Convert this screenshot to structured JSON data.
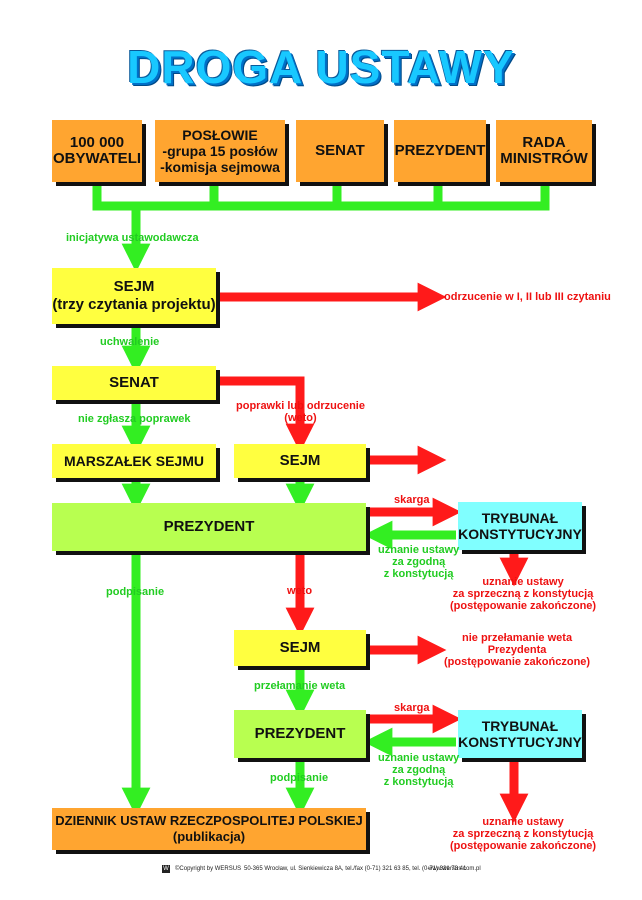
{
  "title": "DROGA USTAWY",
  "initiators": [
    "100 000\nOBYWATELI",
    "POSŁOWIE\n-grupa 15 posłów\n-komisja sejmowa",
    "SENAT",
    "PREZYDENT",
    "RADA\nMINISTRÓW"
  ],
  "boxes": {
    "sejm1": "SEJM\n(trzy czytania projektu)",
    "senat": "SENAT",
    "marszalek": "MARSZAŁEK SEJMU",
    "sejm2": "SEJM",
    "prezydent1": "PREZYDENT",
    "trybunal1": "TRYBUNAŁ\nKONSTYTUCYJNY",
    "sejm3": "SEJM",
    "prezydent2": "PREZYDENT",
    "trybunal2": "TRYBUNAŁ\nKONSTYTUCYJNY",
    "dziennik": "DZIENNIK USTAW RZECZPOSPOLITEJ POLSKIEJ\n(publikacja)"
  },
  "labels": {
    "inicjatywa": "inicjatywa ustawodawcza",
    "odrzucenie": "odrzucenie w I, II lub III czytaniu",
    "uchwalenie": "uchwalenie",
    "nie_zglasza": "nie zgłasza poprawek",
    "poprawki": "poprawki lub odrzucenie\n(weto)",
    "skarga1": "skarga",
    "uznanie_zgodna1": "uznanie ustawy\nza zgodną\nz konstytucją",
    "uznanie_sprzeczna1": "uznanie ustawy\nza sprzeczną z konstytucją\n(postępowanie zakończone)",
    "podpisanie1": "podpisanie",
    "weto": "weto",
    "nie_przelamanie": "nie przełamanie weta\nPrezydenta\n(postępowanie zakończone)",
    "przelamanie": "przełamanie weta",
    "skarga2": "skarga",
    "uznanie_zgodna2": "uznanie ustawy\nza zgodną\nz konstytucją",
    "podpisanie2": "podpisanie",
    "uznanie_sprzeczna2": "uznanie ustawy\nza sprzeczną z konstytucją\n(postępowanie zakończone)"
  },
  "footer": {
    "copyright": "©Copyright by WERSUS",
    "address": "50-365 Wrocław, ul. Sienkiewicza 8A, tel./fax (0-71) 321 63 85, tel. (0-71) 321 73 41",
    "web": "www.wersus.com.pl"
  },
  "colors": {
    "arrow_green": "#33ee22",
    "arrow_red": "#ff1a1a",
    "title": "#18c8ff"
  }
}
